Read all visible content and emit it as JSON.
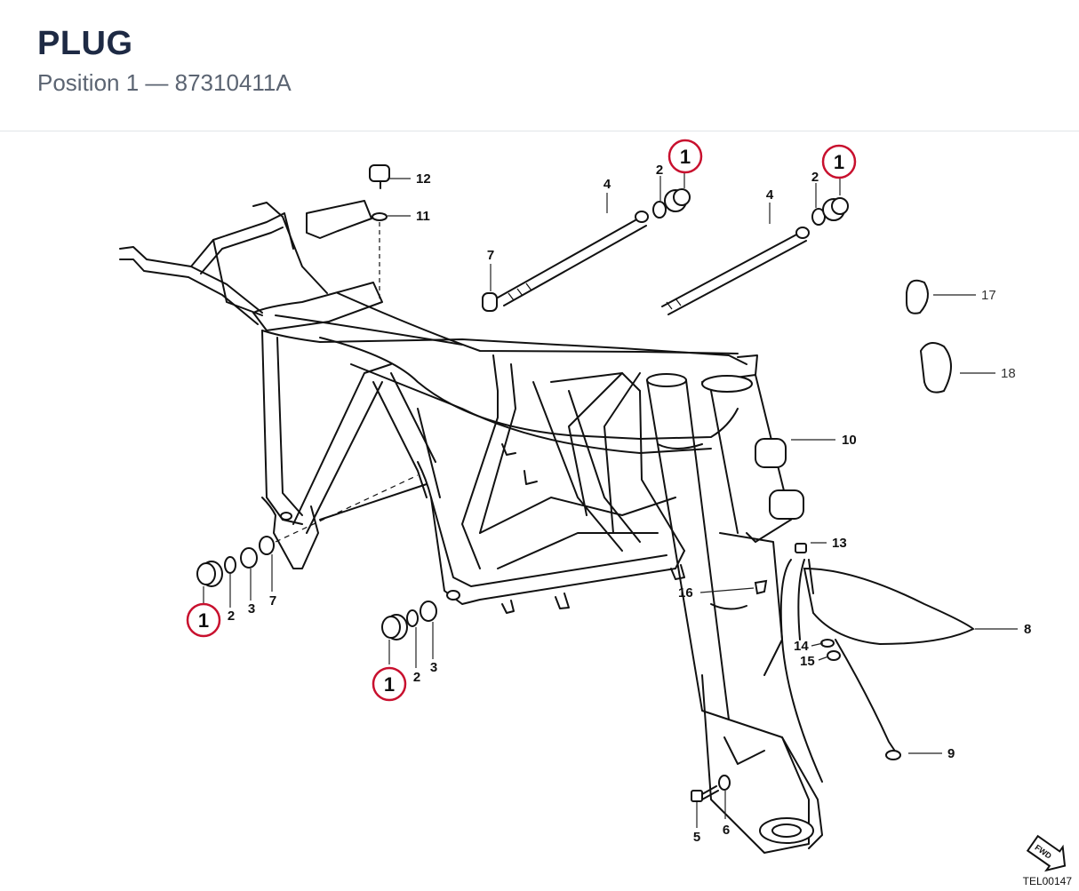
{
  "header": {
    "title": "PLUG",
    "subtitle": "Position 1 — 87310411A"
  },
  "callouts": {
    "highlight": "1",
    "plain": {
      "c2": "2",
      "c3": "3",
      "c4": "4",
      "c5": "5",
      "c6": "6",
      "c7": "7",
      "c8": "8",
      "c9": "9",
      "c10": "10",
      "c11": "11",
      "c12": "12",
      "c13": "13",
      "c14": "14",
      "c15": "15",
      "c16": "16",
      "c17": "17",
      "c18": "18"
    }
  },
  "badge": "FWD",
  "drawing_ref": "TEL00147",
  "colors": {
    "highlight": "#c8102e",
    "title": "#1e2a44",
    "subtitle": "#5b6472"
  }
}
